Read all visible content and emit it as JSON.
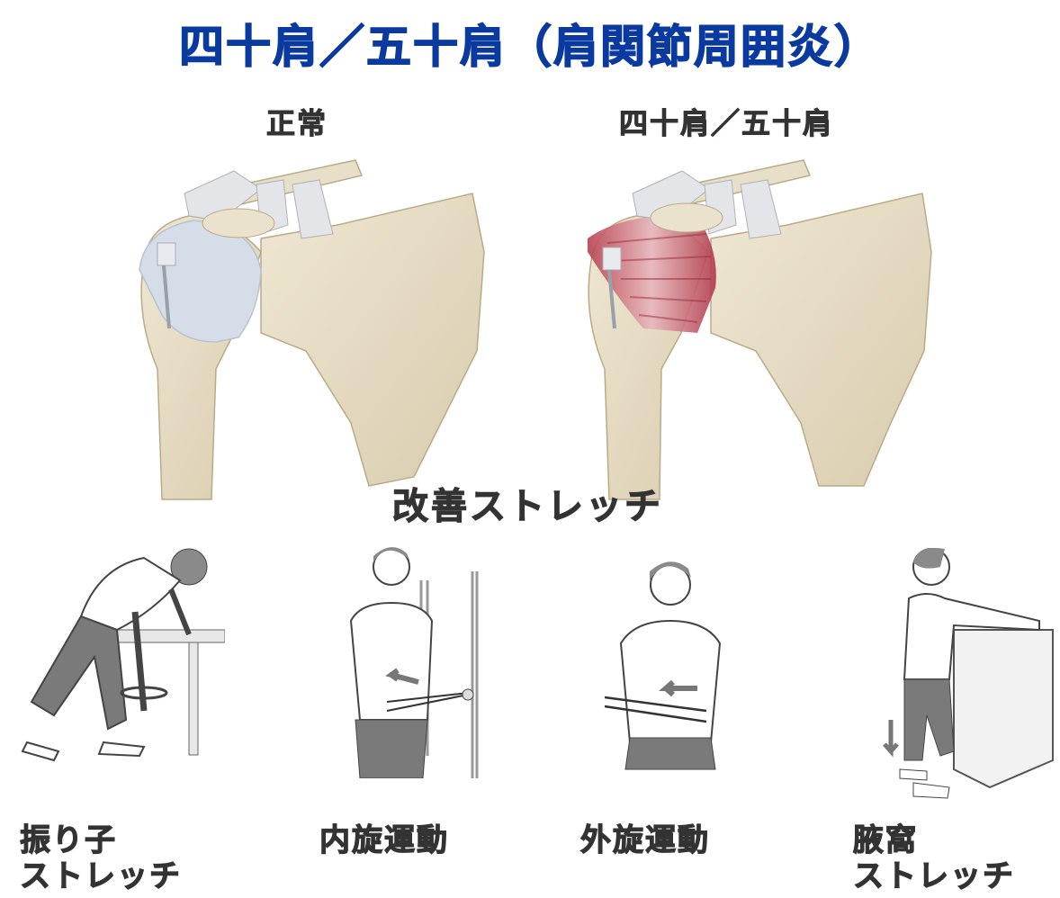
{
  "header": {
    "title": "四十肩／五十肩（肩関節周囲炎）",
    "title_color": "#0a3aa0"
  },
  "comparison": {
    "normal": {
      "label": "正常",
      "capsule_color": "#cfd8e2"
    },
    "frozen": {
      "label": "四十肩／五十肩",
      "capsule_color": "#b03848"
    }
  },
  "stretches": {
    "section_title": "改善ストレッチ",
    "items": [
      {
        "line1": "振り子",
        "line2": "ストレッチ",
        "icon": "pendulum-stretch-figure"
      },
      {
        "line1": "内旋運動",
        "line2": "",
        "icon": "internal-rotation-figure"
      },
      {
        "line1": "外旋運動",
        "line2": "",
        "icon": "external-rotation-figure"
      },
      {
        "line1": "腋窩",
        "line2": "ストレッチ",
        "icon": "axillary-stretch-figure"
      }
    ]
  },
  "colors": {
    "bone": "#e6dcc4",
    "bone_shade": "#c9bb9a",
    "ligament": "#dfe2e6",
    "pants": "#7a7a7a",
    "line": "#444444"
  }
}
